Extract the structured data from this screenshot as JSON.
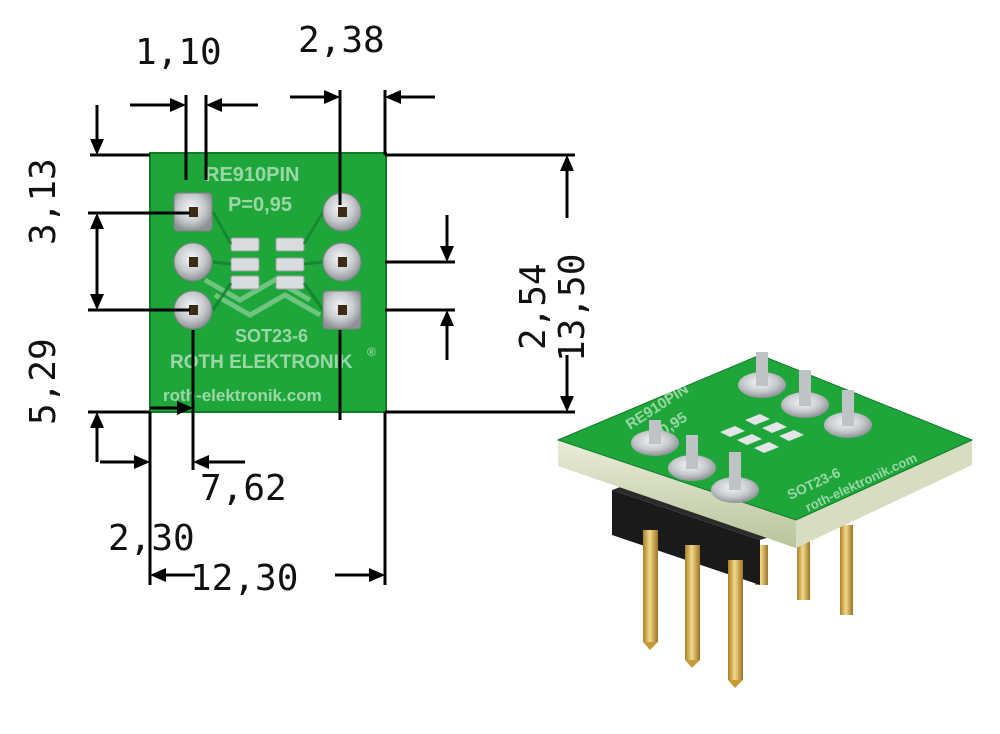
{
  "dimensions": {
    "d_1_10": "1,10",
    "d_2_38": "2,38",
    "d_3_13": "3,13",
    "d_5_29": "5,29",
    "d_2_54": "2,54",
    "d_13_50": "13,50",
    "d_7_62": "7,62",
    "d_2_30": "2,30",
    "d_12_30": "12,30"
  },
  "board_silkscreen": {
    "part_name": "RE910PIN",
    "pitch": "P=0,95",
    "package": "SOT23-6",
    "brand": "ROTH ELEKTRONIK",
    "brand_mark": "®",
    "website": "roth-elektronik.com"
  },
  "photo_silkscreen": {
    "part_name": "RE910PIN",
    "pitch": "P=0,95",
    "package": "SOT23-6",
    "website": "roth-elektronik.com"
  },
  "colors": {
    "pcb_green": "#1fa63a",
    "pcb_dark": "#138a2c",
    "pad_silver": "#c9ccd0",
    "pin_gold": "#d8b24a",
    "header_black": "#1a1a1a"
  }
}
